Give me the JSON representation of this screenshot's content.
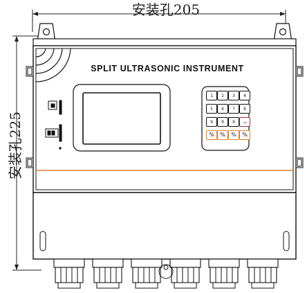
{
  "dimensions": {
    "width_label": "安装孔205",
    "height_label": "安装孔225"
  },
  "device": {
    "title": "SPLIT ULTRASONIC INSTRUMENT",
    "accent_color": "#d9822b",
    "outline_color": "#111111"
  },
  "keypad": {
    "rows": [
      [
        "1",
        "2",
        "3",
        "4"
      ],
      [
        "5",
        "6",
        "7",
        "8"
      ],
      [
        "9",
        "0",
        "0",
        "↵"
      ]
    ],
    "function_keys": [
      "%",
      "%",
      "%",
      "%"
    ]
  }
}
